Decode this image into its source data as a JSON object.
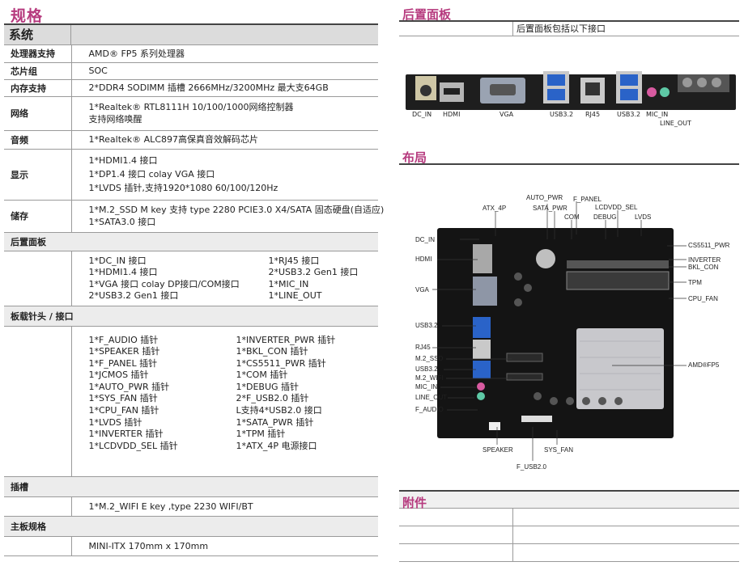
{
  "spec": {
    "title": "规格",
    "system_header": "系统",
    "rows": [
      {
        "label": "处理器支持",
        "lines": [
          "AMD® FP5 系列处理器"
        ]
      },
      {
        "label": "芯片组",
        "lines": [
          "SOC"
        ]
      },
      {
        "label": "内存支持",
        "lines": [
          "2*DDR4 SODIMM 插槽 2666MHz/3200MHz 最大支64GB"
        ]
      },
      {
        "label": "网络",
        "lines": [
          "1*Realtek® RTL8111H 10/100/1000网络控制器",
          "支持网络唤醒"
        ]
      },
      {
        "label": "音频",
        "lines": [
          "1*Realtek® ALC897高保真音效解码芯片"
        ]
      },
      {
        "label": "显示",
        "lines": [
          "1*HDMI1.4 接口",
          "1*DP1.4 接口 colay VGA 接口",
          "1*LVDS 插针,支持1920*1080 60/100/120Hz"
        ]
      },
      {
        "label": "储存",
        "lines": [
          "1*M.2_SSD M key 支持 type 2280 PCIE3.0 X4/SATA 固态硬盘(自适应)",
          "1*SATA3.0 接口"
        ]
      }
    ],
    "rear_section": "后置面板",
    "rear_left": [
      "1*DC_IN 接口",
      "1*HDMI1.4 接口",
      "1*VGA 接口 colay DP接口/COM接口",
      "2*USB3.2 Gen1 接口"
    ],
    "rear_right": [
      "1*RJ45 接口",
      "2*USB3.2 Gen1 接口",
      "1*MIC_IN",
      "1*LINE_OUT"
    ],
    "headers_section": "板载针头 / 接口",
    "headers_left": [
      "1*F_AUDIO 插针",
      "1*SPEAKER 插针",
      "1*F_PANEL 插针",
      "1*JCMOS 插针",
      "1*AUTO_PWR 插针",
      "1*SYS_FAN 插针",
      "1*CPU_FAN 插针",
      "1*LVDS 插针",
      "1*INVERTER 插针",
      "1*LCDVDD_SEL 插针"
    ],
    "headers_right": [
      "1*INVERTER_PWR 插针",
      "1*BKL_CON 插针",
      "1*CS5511_PWR 插针",
      "1*COM 插针",
      "1*DEBUG 插针",
      "2*F_USB2.0 插针",
      "L支持4*USB2.0 接口",
      "1*SATA_PWR 插针",
      "1*TPM 插针",
      "1*ATX_4P 电源接口"
    ],
    "slot_section": "插槽",
    "slot_value": "1*M.2_WIFI E key ,type 2230 WIFI/BT",
    "form_section": "主板规格",
    "form_value": "MINI-ITX 170mm x 170mm"
  },
  "rear_panel": {
    "title": "后置面板",
    "caption": "后置面板包括以下接口",
    "ports": [
      "DC_IN",
      "HDMI",
      "VGA",
      "USB3.2",
      "RJ45",
      "USB3.2",
      "MIC_IN",
      "LINE_OUT"
    ]
  },
  "layout_section": {
    "title": "布局",
    "labels": {
      "atx": "ATX_4P",
      "auto_pwr": "AUTO_PWR",
      "sata_pwr": "SATA_PWR",
      "f_panel": "F_PANEL",
      "com": "COM",
      "lcdvdd": "LCDVDD_SEL",
      "debug": "DEBUG",
      "lvds": "LVDS",
      "dc_in": "DC_IN",
      "hdmi": "HDMI",
      "vga": "VGA",
      "usb_a": "USB3.2",
      "rj45": "RJ45",
      "m2_ssd": "M.2_SSD",
      "usb_b": "USB3.2",
      "m2_wifi": "M.2_WIFI",
      "mic_in": "MIC_IN",
      "line_out": "LINE_OUT",
      "f_audio": "F_AUDIO",
      "cs5511": "CS5511_PWR",
      "inverter": "INVERTER",
      "bkl": "BKL_CON",
      "tpm": "TPM",
      "cpu_fan": "CPU_FAN",
      "amd": "AMD®FP5",
      "speaker": "SPEAKER",
      "sys_fan": "SYS_FAN",
      "f_usb": "F_USB2.0"
    }
  },
  "accessories": {
    "title": "附件"
  }
}
